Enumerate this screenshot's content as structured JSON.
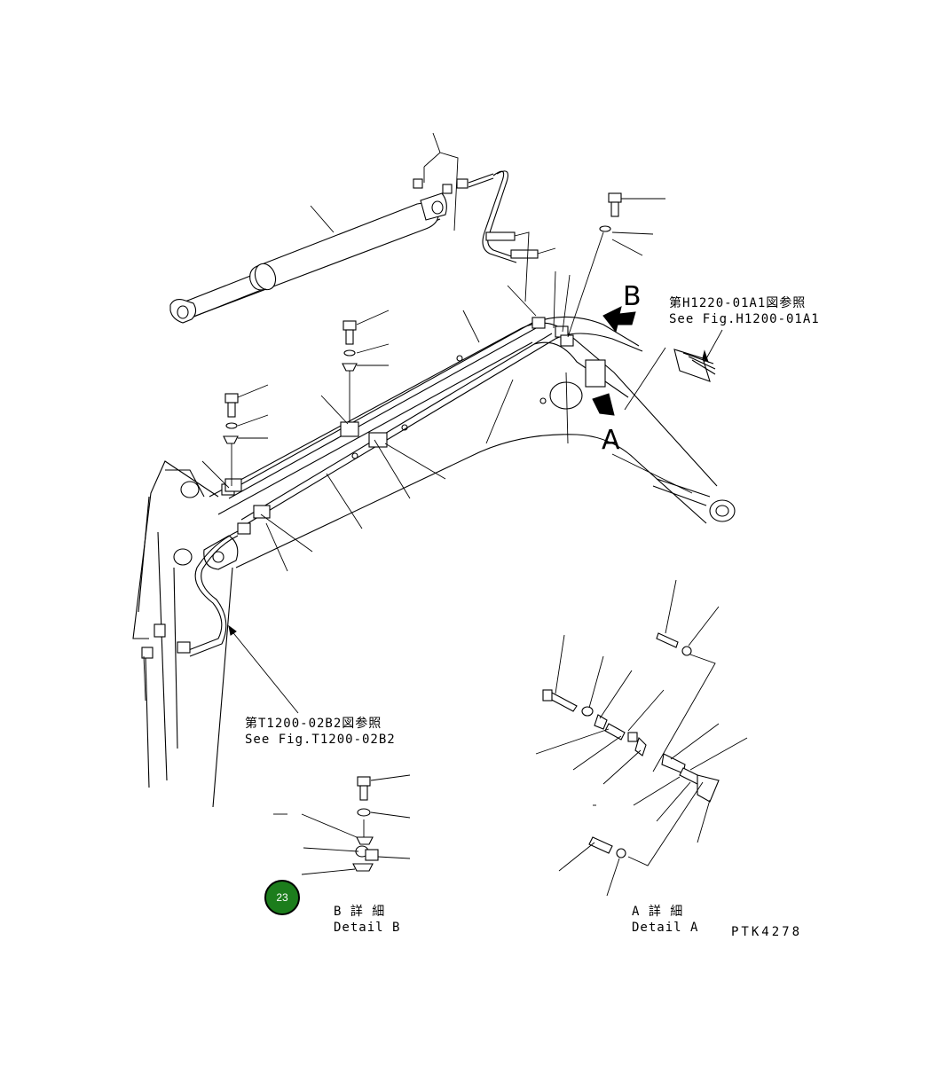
{
  "diagram": {
    "callout_b_letter": "B",
    "callout_a_letter": "A",
    "ref_h1200_jp": "第H1220-01A1図参照",
    "ref_h1200_en": "See Fig.H1200-01A1",
    "ref_t1200_jp": "第T1200-02B2図参照",
    "ref_t1200_en": "See Fig.T1200-02B2",
    "detail_b_jp": "B 詳 細",
    "detail_b_en": "Detail B",
    "detail_a_jp": "A 詳 細",
    "detail_a_en": "Detail A",
    "drawing_code": "PTK4278",
    "page_badge": "23",
    "badge_color": "#1c7d1c"
  }
}
